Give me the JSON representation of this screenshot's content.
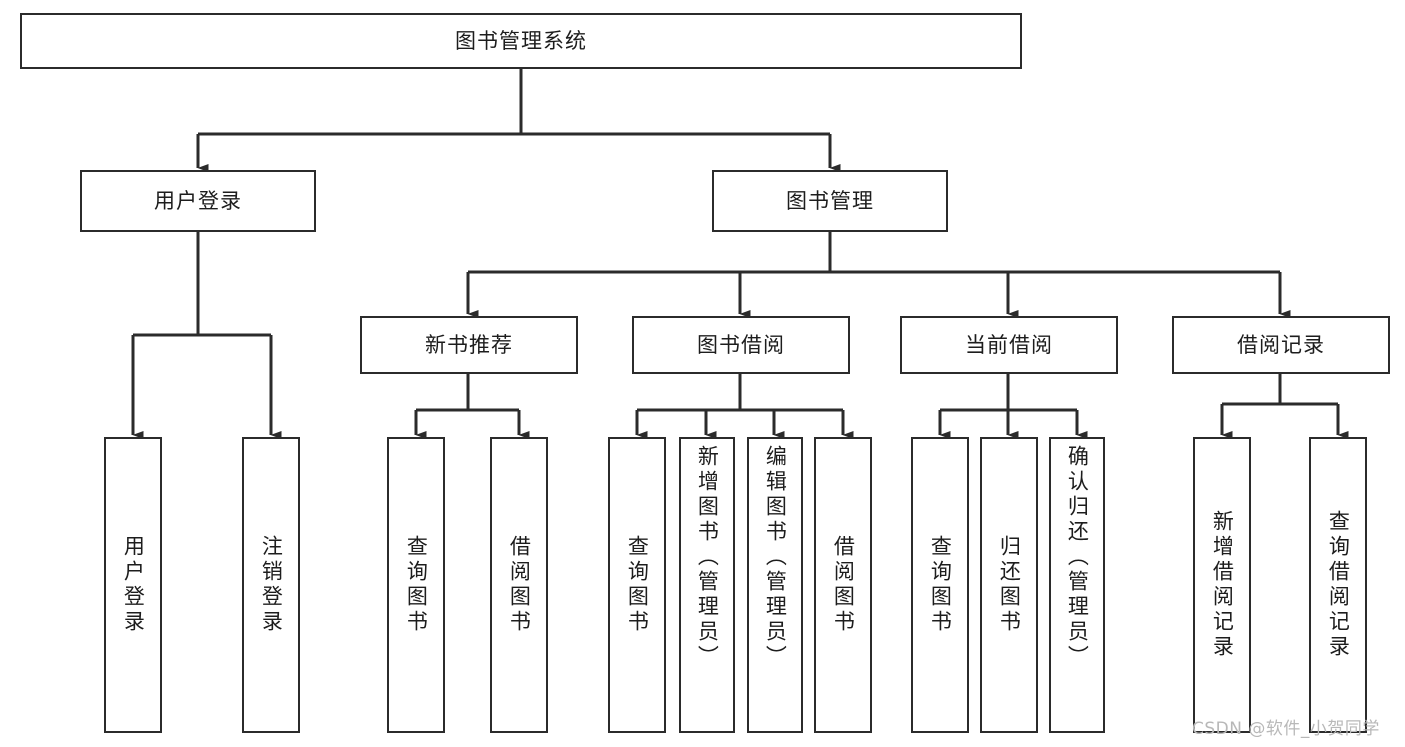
{
  "diagram": {
    "type": "tree-hierarchy-chart",
    "title": "图书管理系统",
    "line_color": "#2b2b2b",
    "box_fill": "#ffffff",
    "text_color": "#1d1d1d",
    "levels": [
      {
        "level": 1,
        "nodes": [
          {
            "id": "root",
            "label": "图书管理系统",
            "orientation": "horizontal"
          }
        ]
      },
      {
        "level": 2,
        "nodes": [
          {
            "id": "user-login",
            "label": "用户登录",
            "orientation": "horizontal"
          },
          {
            "id": "book-manage",
            "label": "图书管理",
            "orientation": "horizontal"
          }
        ]
      },
      {
        "level": 3,
        "nodes": [
          {
            "id": "new-book-rec",
            "label": "新书推荐",
            "orientation": "horizontal"
          },
          {
            "id": "book-borrow",
            "label": "图书借阅",
            "orientation": "horizontal"
          },
          {
            "id": "current-borrow",
            "label": "当前借阅",
            "orientation": "horizontal"
          },
          {
            "id": "borrow-record",
            "label": "借阅记录",
            "orientation": "horizontal"
          }
        ]
      },
      {
        "level": 4,
        "nodes": [
          {
            "id": "leaf-user-login",
            "label": "用户登录",
            "orientation": "vertical",
            "parent": "user-login"
          },
          {
            "id": "leaf-logout",
            "label": "注销登录",
            "orientation": "vertical",
            "parent": "user-login"
          },
          {
            "id": "leaf-query-book-1",
            "label": "查询图书",
            "orientation": "vertical",
            "parent": "new-book-rec"
          },
          {
            "id": "leaf-borrow-book-1",
            "label": "借阅图书",
            "orientation": "vertical",
            "parent": "new-book-rec"
          },
          {
            "id": "leaf-query-book-2",
            "label": "查询图书",
            "orientation": "vertical",
            "parent": "book-borrow"
          },
          {
            "id": "leaf-add-book",
            "label": "新增图书（管理员）",
            "orientation": "vertical",
            "parent": "book-borrow"
          },
          {
            "id": "leaf-edit-book",
            "label": "编辑图书（管理员）",
            "orientation": "vertical",
            "parent": "book-borrow"
          },
          {
            "id": "leaf-borrow-book-2",
            "label": "借阅图书",
            "orientation": "vertical",
            "parent": "book-borrow"
          },
          {
            "id": "leaf-query-book-3",
            "label": "查询图书",
            "orientation": "vertical",
            "parent": "current-borrow"
          },
          {
            "id": "leaf-return-book",
            "label": "归还图书",
            "orientation": "vertical",
            "parent": "current-borrow"
          },
          {
            "id": "leaf-confirm-return",
            "label": "确认归还（管理员）",
            "orientation": "vertical",
            "parent": "current-borrow"
          },
          {
            "id": "leaf-add-record",
            "label": "新增借阅记录",
            "orientation": "vertical",
            "parent": "borrow-record"
          },
          {
            "id": "leaf-query-record",
            "label": "查询借阅记录",
            "orientation": "vertical",
            "parent": "borrow-record"
          }
        ]
      }
    ]
  },
  "watermark": {
    "text": "CSDN @软件_小贺同学"
  }
}
